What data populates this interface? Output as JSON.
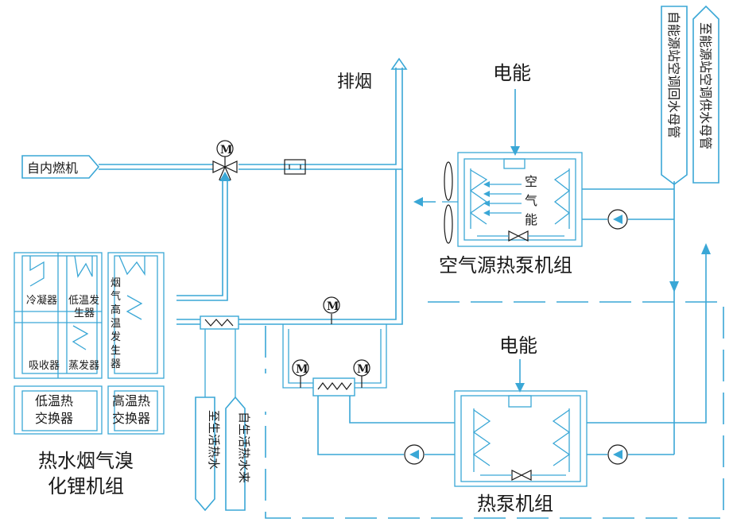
{
  "colors": {
    "pipe": "#3aa7d6",
    "text": "#1a1a1a"
  },
  "labels": {
    "exhaust": "排烟",
    "from_engine": "自内燃机",
    "electric_top": "电能",
    "air_energy": [
      "空",
      "气",
      "能"
    ],
    "air_hp_unit": "空气源热泵机组",
    "electric_bottom": "电能",
    "heat_pump_unit": "热泵机组",
    "condenser": "冷凝器",
    "low_gen": [
      "低温发",
      "生器"
    ],
    "flue_gen": [
      "烟",
      "气",
      "高",
      "温",
      "发",
      "生",
      "器"
    ],
    "absorber": "吸收器",
    "evaporator": "蒸发器",
    "low_hx": [
      "低温热",
      "交换器"
    ],
    "high_hx": [
      "高温热",
      "交换器"
    ],
    "chiller_unit": [
      "热水烟气溴",
      "化锂机组"
    ],
    "to_dhw": "至生活热水",
    "from_dhw": "自生活热水来",
    "from_return": "自能源站空调回水母管",
    "to_supply": "至能源站空调供水母管",
    "motor": "M"
  }
}
